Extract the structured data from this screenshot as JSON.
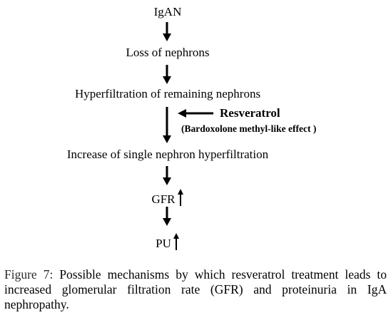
{
  "diagram": {
    "nodes": [
      "IgAN",
      "Loss of nephrons",
      "Hyperfiltration of remaining nephrons",
      "Increase of single nephron hyperfiltration",
      "GFR",
      "PU"
    ],
    "side_input": {
      "title": "Resveratrol",
      "subtitle": "(Bardoxolone methyl-like effect )"
    }
  },
  "caption": {
    "label": "Figure 7:",
    "text": " Possible mechanisms by which resveratrol treatment leads to increased glomerular filtration rate (GFR) and proteinuria in IgA nephropathy."
  }
}
